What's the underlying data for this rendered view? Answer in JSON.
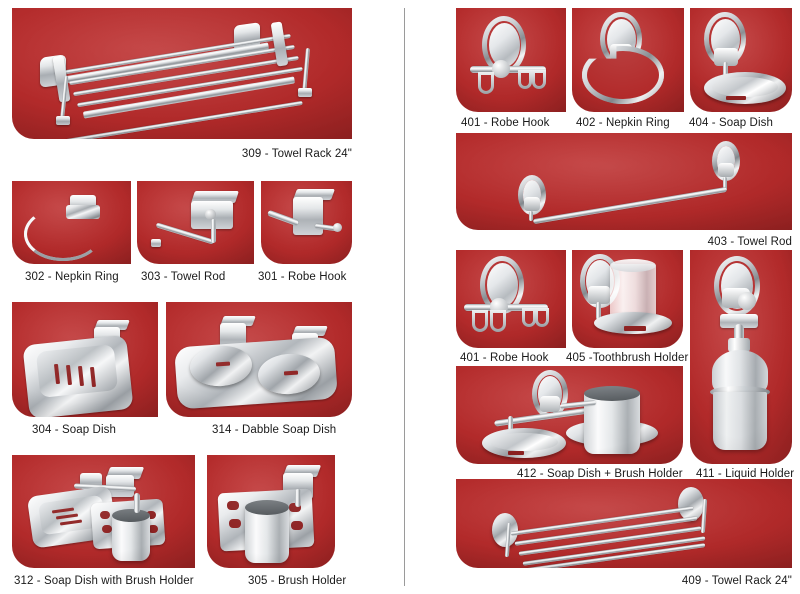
{
  "page": {
    "background_color": "#ffffff",
    "panel_color": "#b22a2a",
    "divider_color": "#9a9a9a",
    "caption_color": "#1a1a1a"
  },
  "left_column": {
    "products": [
      {
        "code": "309",
        "name": "Towel Rack 24\"",
        "caption": "309 - Towel Rack 24\"",
        "icon": "towel-rack-icon"
      },
      {
        "code": "302",
        "name": "Nepkin Ring",
        "caption": "302 - Nepkin Ring",
        "icon": "napkin-ring-icon"
      },
      {
        "code": "303",
        "name": "Towel Rod",
        "caption": "303 - Towel Rod",
        "icon": "towel-rod-icon"
      },
      {
        "code": "301",
        "name": "Robe Hook",
        "caption": "301 - Robe Hook",
        "icon": "robe-hook-icon"
      },
      {
        "code": "304",
        "name": "Soap Dish",
        "caption": "304 - Soap Dish",
        "icon": "soap-dish-icon"
      },
      {
        "code": "314",
        "name": "Dabble Soap Dish",
        "caption": "314 - Dabble Soap Dish",
        "icon": "double-soap-dish-icon"
      },
      {
        "code": "312",
        "name": "Soap Dish with Brush Holder",
        "caption": "312 - Soap Dish with Brush Holder",
        "icon": "soap-dish-brush-holder-icon"
      },
      {
        "code": "305",
        "name": "Brush Holder",
        "caption": "305 - Brush Holder",
        "icon": "brush-holder-icon"
      }
    ]
  },
  "right_column": {
    "products": [
      {
        "code": "401",
        "name": "Robe Hook",
        "caption": "401 - Robe Hook",
        "icon": "robe-hook-icon"
      },
      {
        "code": "402",
        "name": "Nepkin Ring",
        "caption": "402 - Nepkin Ring",
        "icon": "napkin-ring-icon"
      },
      {
        "code": "404",
        "name": "Soap Dish",
        "caption": "404 - Soap Dish",
        "icon": "soap-dish-icon"
      },
      {
        "code": "403",
        "name": "Towel Rod",
        "caption": "403 - Towel Rod",
        "icon": "towel-rod-icon"
      },
      {
        "code": "401",
        "name": "Robe Hook",
        "caption": "401 - Robe Hook",
        "icon": "robe-hook-multi-icon"
      },
      {
        "code": "405",
        "name": "Toothbrush Holder",
        "caption": "405 -Toothbrush Holder",
        "icon": "toothbrush-holder-icon"
      },
      {
        "code": "412",
        "name": "Soap Dish + Brush Holder",
        "caption": "412 - Soap Dish + Brush Holder",
        "icon": "soap-dish-plus-brush-holder-icon"
      },
      {
        "code": "411",
        "name": "Liquid Holder",
        "caption": "411 - Liquid Holder",
        "icon": "liquid-soap-dispenser-icon"
      },
      {
        "code": "409",
        "name": "Towel Rack 24\"",
        "caption": "409 - Towel Rack 24\"",
        "icon": "towel-rack-icon"
      }
    ]
  }
}
